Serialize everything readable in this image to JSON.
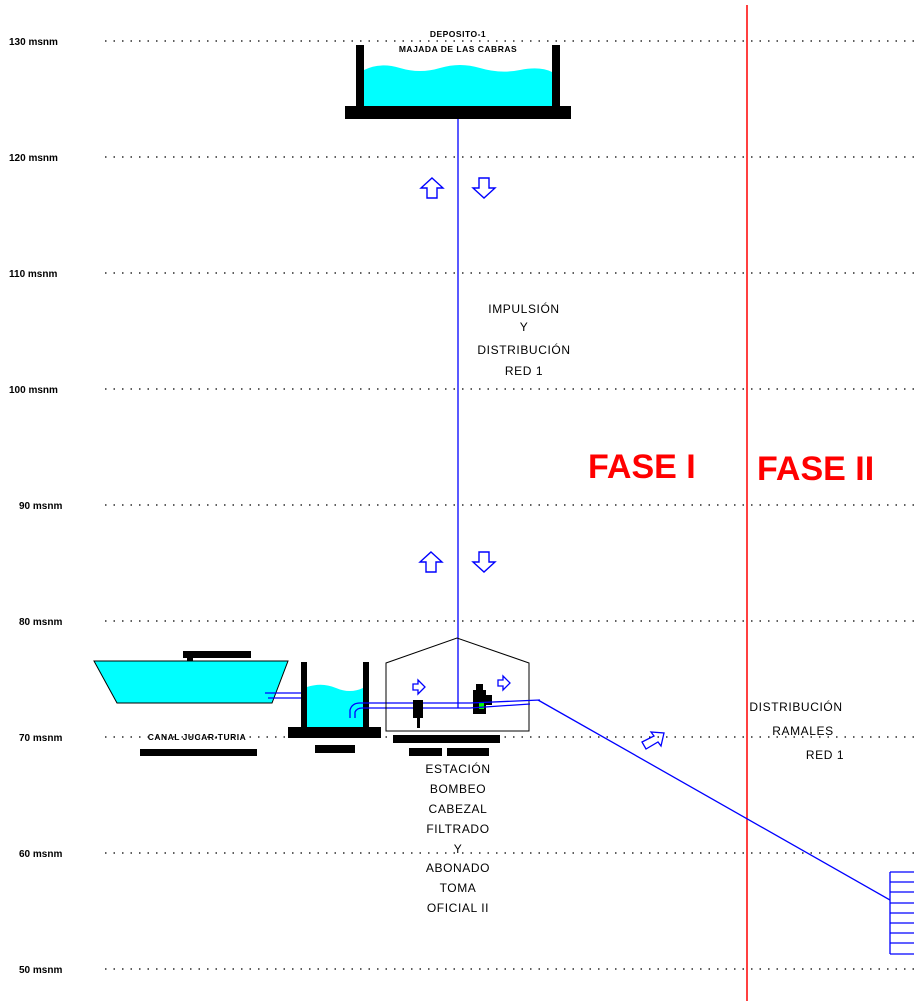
{
  "levels": [
    {
      "label": "130 msnm",
      "value": 130
    },
    {
      "label": "120 msnm",
      "value": 120
    },
    {
      "label": "110 msnm",
      "value": 110
    },
    {
      "label": "100 msnm",
      "value": 100
    },
    {
      "label": "90 msnm",
      "value": 90
    },
    {
      "label": "80 msnm",
      "value": 80
    },
    {
      "label": "70 msnm",
      "value": 70
    },
    {
      "label": "60 msnm",
      "value": 60
    },
    {
      "label": "50 msnm",
      "value": 50
    }
  ],
  "deposit": {
    "line1": "DEPOSITO-1",
    "line2": "MAJADA DE LAS CABRAS"
  },
  "impulsion": [
    "IMPULSIÓN",
    "Y",
    "DISTRIBUCIÓN",
    "RED 1"
  ],
  "phases": {
    "left": "FASE I",
    "right": "FASE II"
  },
  "canal": "CANAL JUCAR-TURIA",
  "station": [
    "ESTACIÓN",
    "BOMBEO",
    "CABEZAL",
    "FILTRADO",
    "Y",
    "ABONADO",
    "TOMA",
    "OFICIAL II"
  ],
  "distribution": [
    "DISTRIBUCIÓN",
    "RAMALES",
    "RED 1"
  ],
  "colors": {
    "pipe": "#0000ff",
    "water": "#00ffff",
    "phase": "#ff0000",
    "divider": "#ff0000"
  }
}
